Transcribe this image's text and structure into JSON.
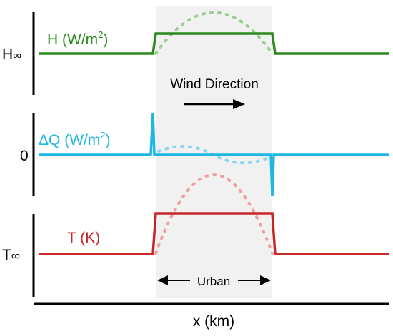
{
  "diagram": {
    "x_axis_label": "x (km)",
    "wind_label": "Wind Direction",
    "urban_label": "Urban",
    "panels": [
      {
        "id": "H",
        "axis_label": "H",
        "axis_symbol": "∞",
        "series_label": "H (W/m",
        "series_sup": "2",
        "series_close": ")",
        "color": "#2b8a1e",
        "dotted_color": "#9ccd92"
      },
      {
        "id": "dQ",
        "axis_label": "0",
        "series_label": "ΔQ (W/m",
        "series_sup": "2",
        "series_close": ")",
        "color": "#1ab8e3",
        "dotted_color": "#88d6ef"
      },
      {
        "id": "T",
        "axis_label": "T",
        "axis_symbol": "∞",
        "series_label": "T (K)",
        "color": "#c62828",
        "dotted_color": "#eea1a1"
      }
    ],
    "colors": {
      "urban_region": "#f1f1f1",
      "axis": "#000000"
    }
  }
}
